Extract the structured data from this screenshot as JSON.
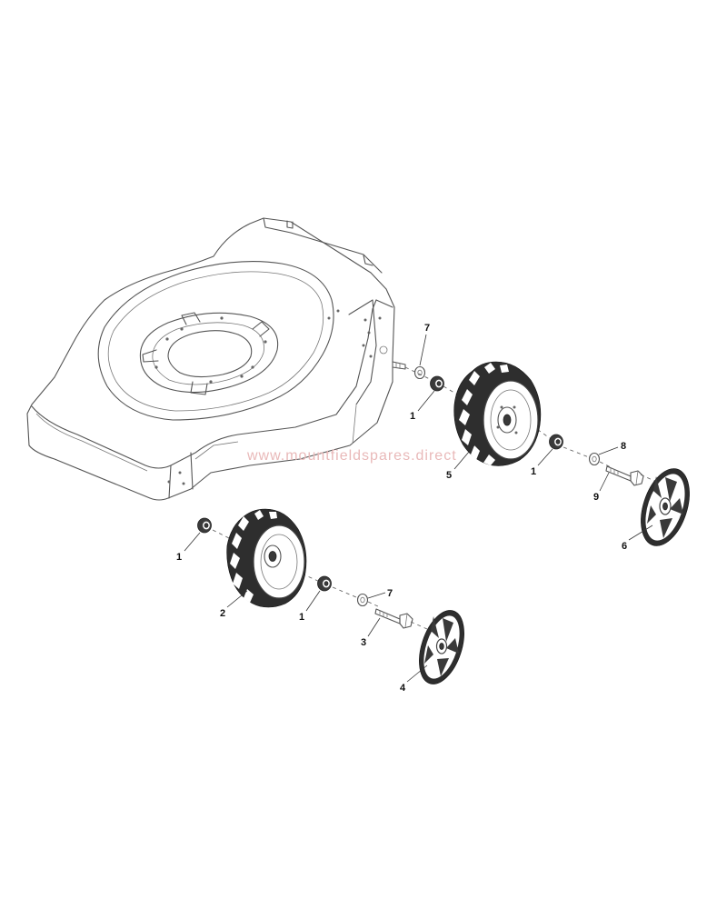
{
  "watermark": "www.mountfieldspares.direct",
  "callouts": [
    {
      "id": "c7a",
      "label": "7"
    },
    {
      "id": "c1a",
      "label": "1"
    },
    {
      "id": "c5",
      "label": "5"
    },
    {
      "id": "c1b",
      "label": "1"
    },
    {
      "id": "c8",
      "label": "8"
    },
    {
      "id": "c9",
      "label": "9"
    },
    {
      "id": "c6",
      "label": "6"
    },
    {
      "id": "c1c",
      "label": "1"
    },
    {
      "id": "c2",
      "label": "2"
    },
    {
      "id": "c1d",
      "label": "1"
    },
    {
      "id": "c7b",
      "label": "7"
    },
    {
      "id": "c3",
      "label": "3"
    },
    {
      "id": "c4",
      "label": "4"
    }
  ]
}
